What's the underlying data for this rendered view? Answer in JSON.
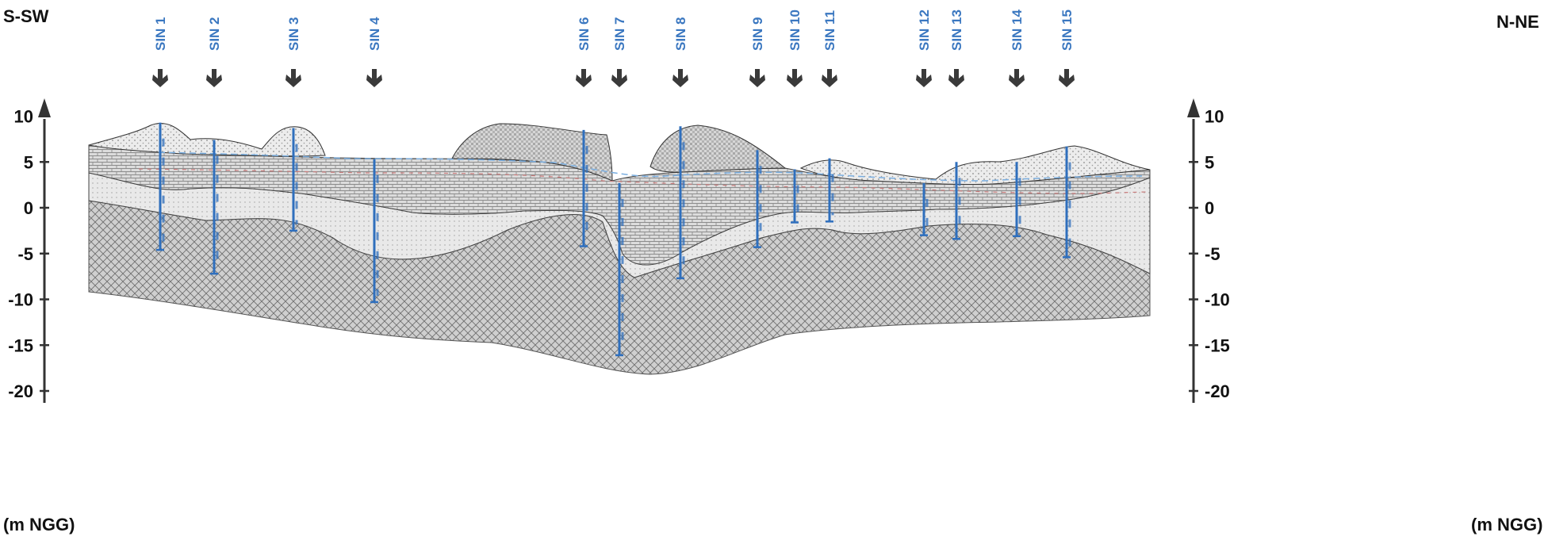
{
  "title": {
    "left_direction": "S-SW",
    "right_direction": "N-NE"
  },
  "axis": {
    "unit_label": "(m NGG)",
    "min": -20,
    "max": 10,
    "ticks": [
      10,
      5,
      0,
      -5,
      -10,
      -15,
      -20
    ]
  },
  "boreholes": [
    {
      "label": "SIN 1",
      "top": 9.3,
      "bottom": -4.6
    },
    {
      "label": "SIN 2",
      "top": 7.4,
      "bottom": -7.2
    },
    {
      "label": "SIN 3",
      "top": 8.7,
      "bottom": -2.5
    },
    {
      "label": "SIN 4",
      "top": 5.3,
      "bottom": -10.3
    },
    {
      "label": "SIN 6",
      "top": 8.5,
      "bottom": -4.2
    },
    {
      "label": "SIN 7",
      "top": 2.7,
      "bottom": -16.1
    },
    {
      "label": "SIN 8",
      "top": 8.9,
      "bottom": -7.7
    },
    {
      "label": "SIN 9",
      "top": 6.3,
      "bottom": -4.3
    },
    {
      "label": "SIN 10",
      "top": 4.2,
      "bottom": -1.6
    },
    {
      "label": "SIN 11",
      "top": 5.4,
      "bottom": -1.5
    },
    {
      "label": "SIN 12",
      "top": 2.7,
      "bottom": -3.0
    },
    {
      "label": "SIN 13",
      "top": 5.0,
      "bottom": -3.4
    },
    {
      "label": "SIN 14",
      "top": 5.0,
      "bottom": -3.1
    },
    {
      "label": "SIN 15",
      "top": 6.7,
      "bottom": -5.4
    }
  ],
  "colors": {
    "borehole": "#2f6fbd",
    "borehole_label": "#3a77c0",
    "arrow": "#3a3a3a",
    "axis": "#333333",
    "layer_top": "#d8d8d8",
    "layer_mid": "#e6e6e6",
    "layer_base": "#c4c4c4",
    "water_table": "#7aaee0",
    "red_line": "#c87a7a"
  }
}
